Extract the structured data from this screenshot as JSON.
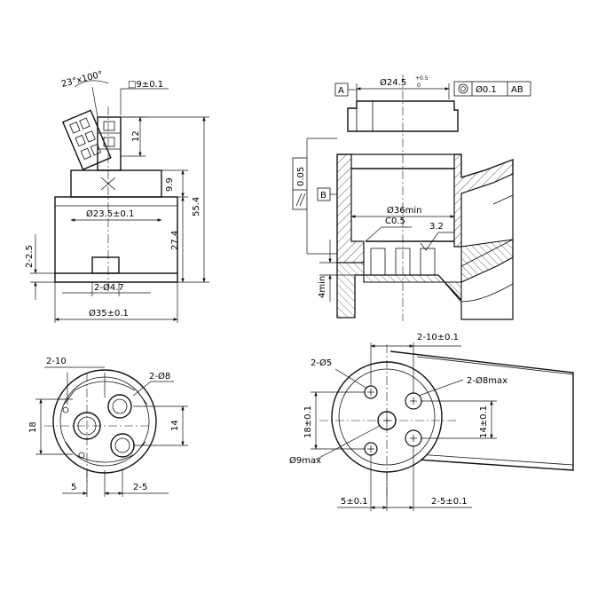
{
  "views": {
    "side": {
      "angle_label": "23°x100°",
      "square_label": "□9±0.1",
      "dim_12": "12",
      "dim_9_9": "9.9",
      "dim_55_4": "55.4",
      "dim_27_4": "27.4",
      "dim_2_2_5": "2-2.5",
      "dia_23_5": "Ø23.5±0.1",
      "dia_2_4_7": "2-Ø4.7",
      "dia_35": "Ø35±0.1"
    },
    "section": {
      "datum_a": "A",
      "datum_b": "B",
      "dia_24_5": "Ø24.5",
      "tol_upper": "+0.5",
      "tol_lower": "0",
      "concentricity_value": "Ø0.1",
      "concentricity_ref": "AB",
      "parallel_value": "0.05",
      "dia_36": "Ø36min",
      "chamfer": "C0.5",
      "roughness": "3.2",
      "depth_4": "4min"
    },
    "bottom": {
      "dim_2_10": "2-10",
      "dim_2_d8": "2-Ø8",
      "dim_18": "18",
      "dim_14": "14",
      "dim_5": "5",
      "dim_2_5": "2-5"
    },
    "seat": {
      "dim_2_10": "2-10±0.1",
      "dim_2_d5": "2-Ø5",
      "dim_2_d8": "2-Ø8max",
      "dim_18": "18±0.1",
      "dim_14": "14±0.1",
      "dim_d9": "Ø9max",
      "dim_5": "5±0.1",
      "dim_2_5": "2-5±0.1"
    }
  },
  "colors": {
    "line": "#111111",
    "background": "#ffffff"
  }
}
